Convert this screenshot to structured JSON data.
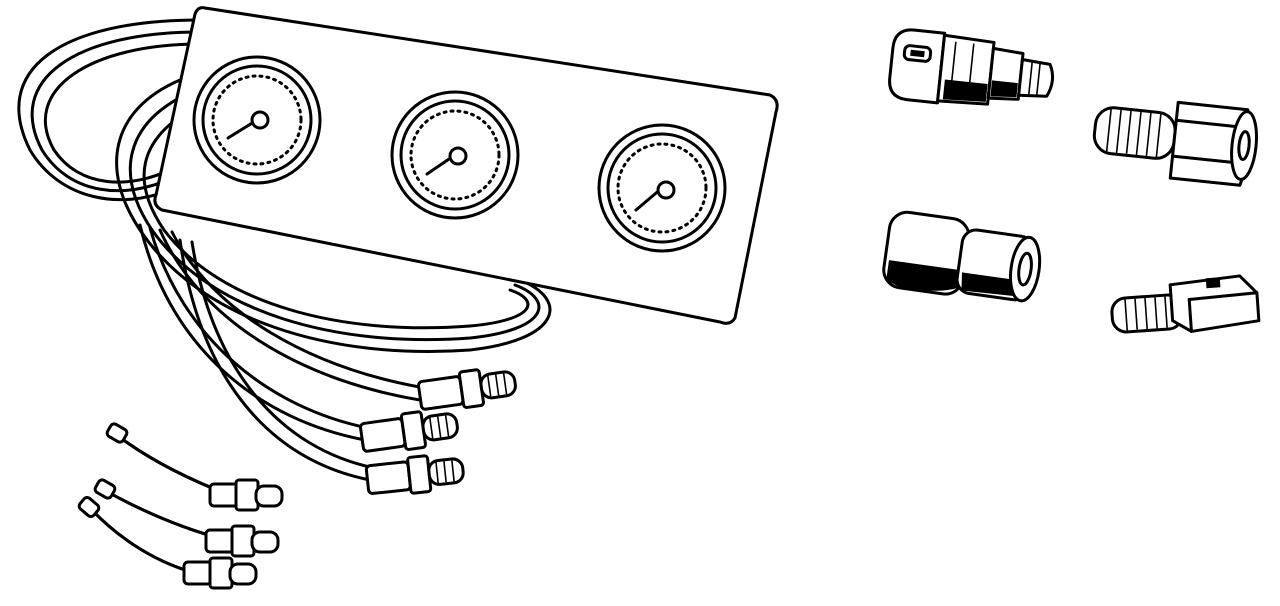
{
  "illustration": {
    "gauge_count": 3,
    "hose_count": 3,
    "pigtail_count": 3,
    "adapter_count": 4
  },
  "palette": {
    "ink": "#000000",
    "paper": "#ffffff"
  },
  "icons": [
    "pressure-gauge-icon",
    "hose-fitting-icon",
    "adapter-fitting-icon"
  ]
}
